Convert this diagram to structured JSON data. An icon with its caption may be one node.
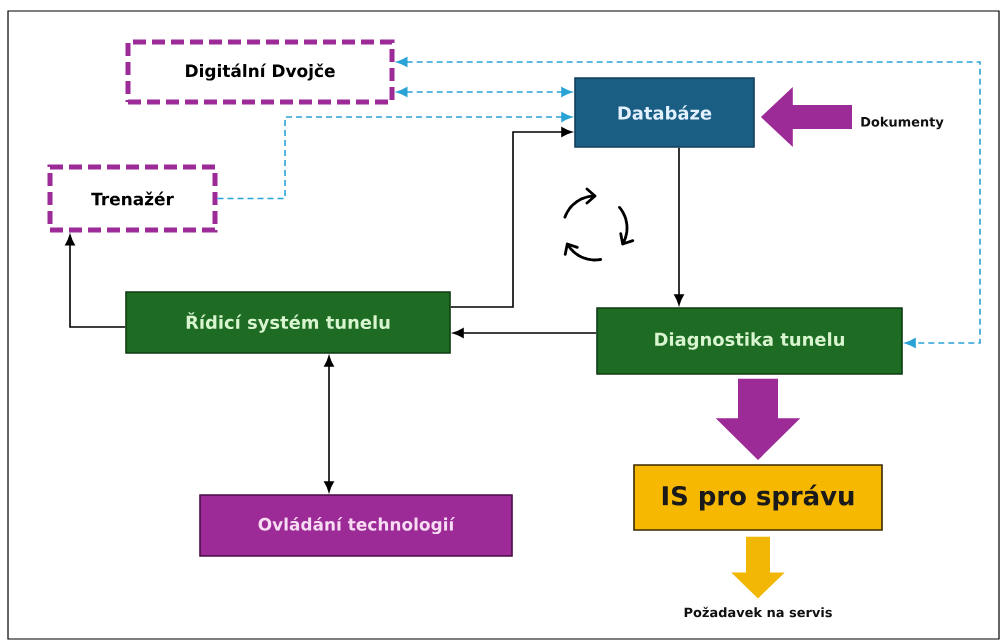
{
  "diagram": {
    "nodes": [
      {
        "text": [
          "Digitální Dvojče"
        ]
      },
      {
        "text": [
          "Databáze"
        ]
      },
      {
        "text": [
          "Dokumenty"
        ]
      },
      {
        "text": [
          "Trenažér"
        ]
      },
      {
        "text": [
          "Řídicí systém tunelu"
        ]
      },
      {
        "text": [
          "Diagnostika tunelu"
        ]
      },
      {
        "text": [
          "IS pro správu"
        ]
      },
      {
        "text": [
          "Ovládání technologií"
        ]
      },
      {
        "text": [
          "Požadavek na servis"
        ]
      }
    ],
    "edges": [
      {
        "from": 0,
        "to": 5,
        "arrow": "both",
        "style": "dashed",
        "color": "#2aa3d6"
      },
      {
        "from": 0,
        "to": 1,
        "arrow": "both",
        "style": "dashed",
        "color": "#2aa3d6"
      },
      {
        "from": 3,
        "to": 1,
        "arrow": "to",
        "style": "dashed",
        "color": "#2aa3d6"
      },
      {
        "from": 4,
        "to": 1,
        "arrow": "to"
      },
      {
        "from": 1,
        "to": 5,
        "arrow": "to"
      },
      {
        "from": 5,
        "to": 4,
        "arrow": "to"
      },
      {
        "from": 4,
        "to": 3,
        "arrow": "to"
      },
      {
        "from": 4,
        "to": 7,
        "arrow": "both"
      },
      {
        "from": 5,
        "to": 6,
        "arrow": "to",
        "style": "thick",
        "color": "#9c2a97"
      },
      {
        "from": 6,
        "to": 8,
        "arrow": "to",
        "style": "thick",
        "color": "#f2b705"
      },
      {
        "from": 2,
        "to": 1,
        "arrow": "to",
        "style": "thick",
        "color": "#9c2a97"
      }
    ]
  }
}
